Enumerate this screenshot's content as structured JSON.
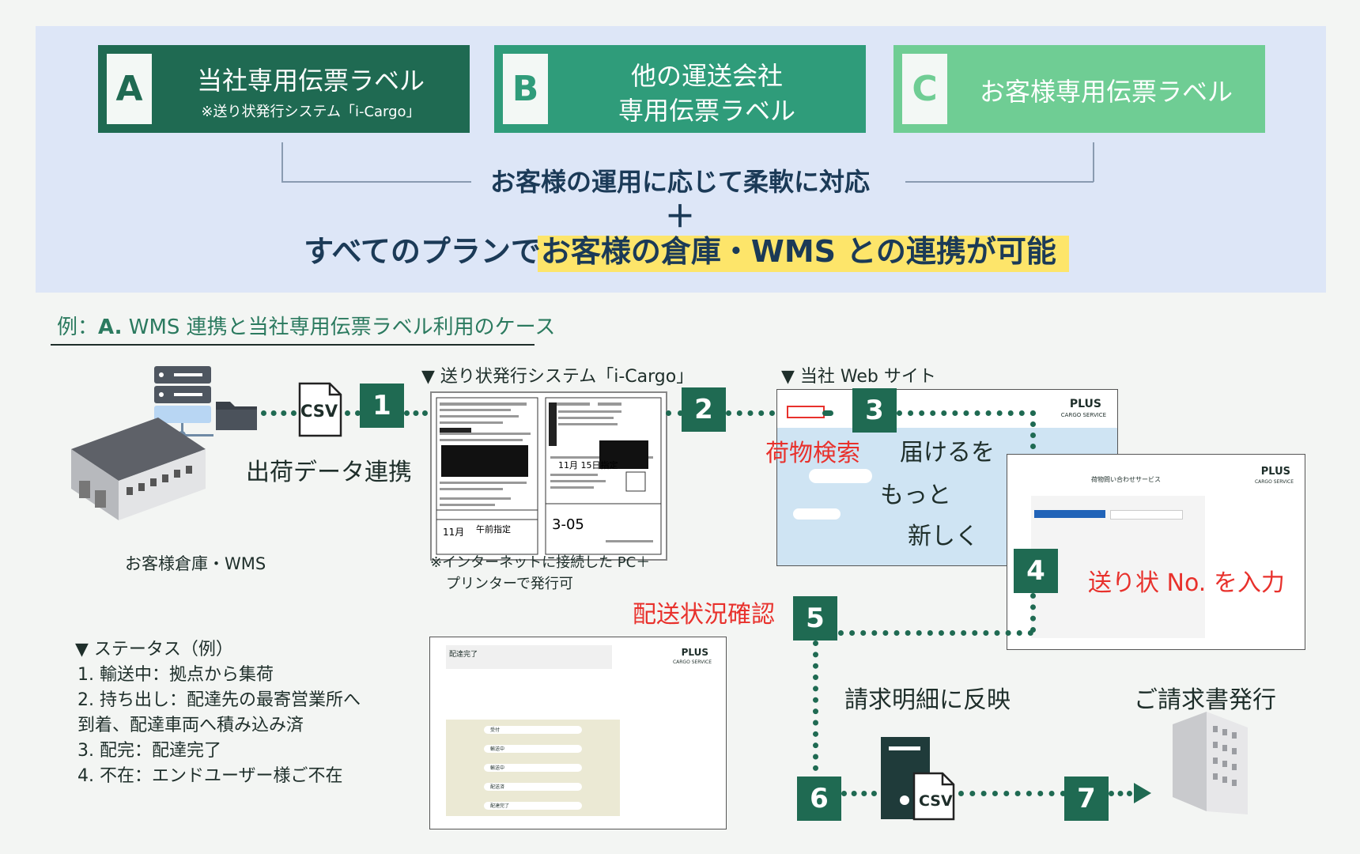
{
  "plans": {
    "a": {
      "letter": "A",
      "title": "当社専用伝票ラベル",
      "sub": "※送り状発行システム「i-Cargo」",
      "color": "#1f6a52"
    },
    "b": {
      "letter": "B",
      "line1": "他の運送会社",
      "line2": "専用伝票ラベル",
      "color": "#2f9c7a"
    },
    "c": {
      "letter": "C",
      "title": "お客様専用伝票ラベル",
      "color": "#6fcd94"
    }
  },
  "headline": {
    "flex": "お客様の運用に応じて柔軟に対応",
    "plus": "＋",
    "all_plans": "すべてのプランでお客様の倉庫・WMS との連携が可能"
  },
  "example": {
    "prefix": "例：",
    "case": "A.",
    "rest": " WMS 連携と当社専用伝票ラベル利用のケース"
  },
  "flow": {
    "csv": "CSV",
    "shipping_link": "出荷データ連携",
    "warehouse": "お客様倉庫・WMS",
    "icargo_title": "▼ 送り状発行システム「i-Cargo」",
    "icargo_note1": "※インターネットに接続した PC＋",
    "icargo_note2": "プリンターで発行可",
    "web_title": "▼ 当社 Web サイト",
    "cargo_search": "荷物検索",
    "input_no": "送り状 No. を入力",
    "delivery_check": "配送状況確認",
    "billing_reflect": "請求明細に反映",
    "invoice_issue": "ご請求書発行",
    "steps": [
      "1",
      "2",
      "3",
      "4",
      "5",
      "6",
      "7"
    ]
  },
  "web": {
    "brand": "PLUS",
    "brand_sub": "CARGO SERVICE",
    "inquiry_title": "荷物問い合わせサービス",
    "hero": [
      "届けるを",
      "もっと",
      "新しく"
    ]
  },
  "label_doc": {
    "code": "3-05",
    "date": "11月 15日指定",
    "time": "午前指定"
  },
  "status": {
    "title": "▼ ステータス（例）",
    "items": [
      "1.  輸送中：拠点から集荷",
      "2.  持ち出し：配達先の最寄営業所へ",
      "     到着、配達車両へ積み込み済",
      "3.  配完：配達完了",
      "4.  不在：エンドユーザー様ご不在"
    ]
  },
  "delivery_doc": {
    "title": "配達完了",
    "rows": [
      "受付",
      "輸送中",
      "輸送中",
      "配送済",
      "配達完了"
    ]
  }
}
